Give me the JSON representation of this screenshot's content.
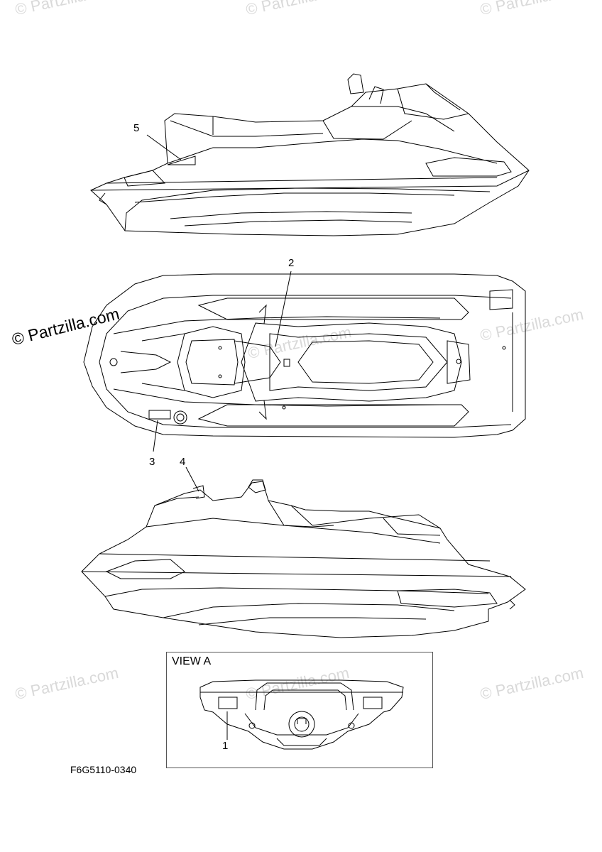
{
  "watermark": {
    "main": "© Partzilla.com",
    "faint": "© Partzilla.com"
  },
  "callouts": [
    "1",
    "2",
    "3",
    "4",
    "5"
  ],
  "view_a": {
    "label": "VIEW A"
  },
  "figure_code": "F6G5110-0340"
}
